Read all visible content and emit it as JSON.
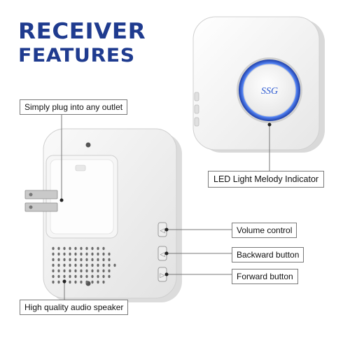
{
  "heading": {
    "line1": "RECEIVER",
    "line2": "FEATURES",
    "color": "#1f3b8f"
  },
  "callouts": {
    "plug": "Simply plug into any outlet",
    "led": "LED Light Melody Indicator",
    "volume": "Volume control",
    "backward": "Backward button",
    "forward": "Forward button",
    "speaker": "High quality audio speaker"
  },
  "device": {
    "logo_text": "SSG",
    "led_color": "#3f6fe0",
    "body_color": "#f4f4f4"
  }
}
